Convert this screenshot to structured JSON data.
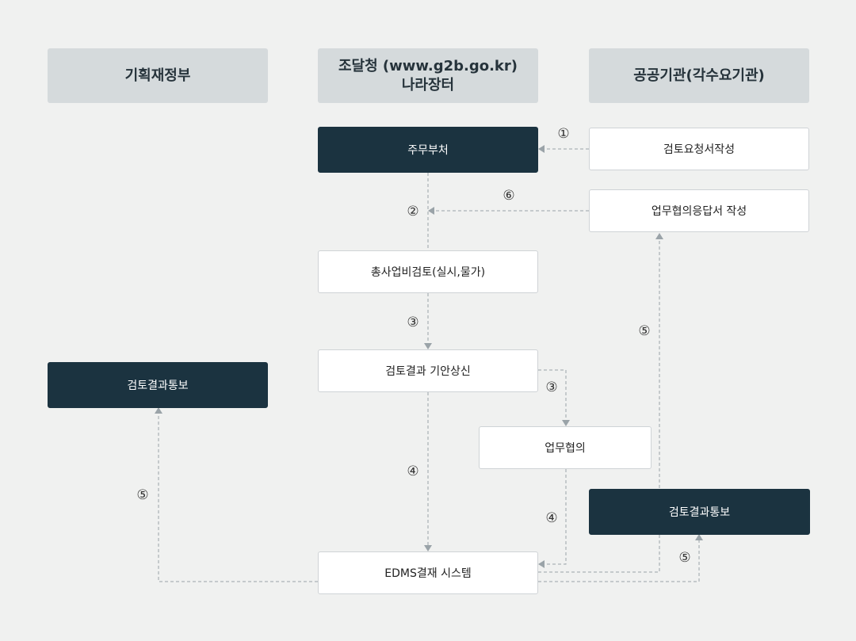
{
  "columns": {
    "mofe": {
      "label": "기획재정부"
    },
    "pps": {
      "line1": "조달청 (www.g2b.go.kr)",
      "line2": "나라장터"
    },
    "public": {
      "label": "공공기관(각수요기관)"
    }
  },
  "boxes": {
    "main_dept": "주무부처",
    "review_request": "검토요청서작성",
    "consult_response": "업무협의응답서 작성",
    "total_cost_review": "총사업비검토(실시,물가)",
    "review_draft": "검토결과 기안상신",
    "consultation": "업무협의",
    "edms": "EDMS결재 시스템",
    "result_notice_mofe": "검토결과통보",
    "result_notice_public": "검토결과통보"
  },
  "steps": {
    "s1": "①",
    "s2": "②",
    "s3a": "③",
    "s3b": "③",
    "s4a": "④",
    "s4b": "④",
    "s5a": "⑤",
    "s5b": "⑤",
    "s5c": "⑤",
    "s6": "⑥"
  },
  "colors": {
    "dark_box": "#1b3340",
    "header_bg": "#d5dadc",
    "connector": "#9aa3a8",
    "background": "#f0f1f0"
  }
}
